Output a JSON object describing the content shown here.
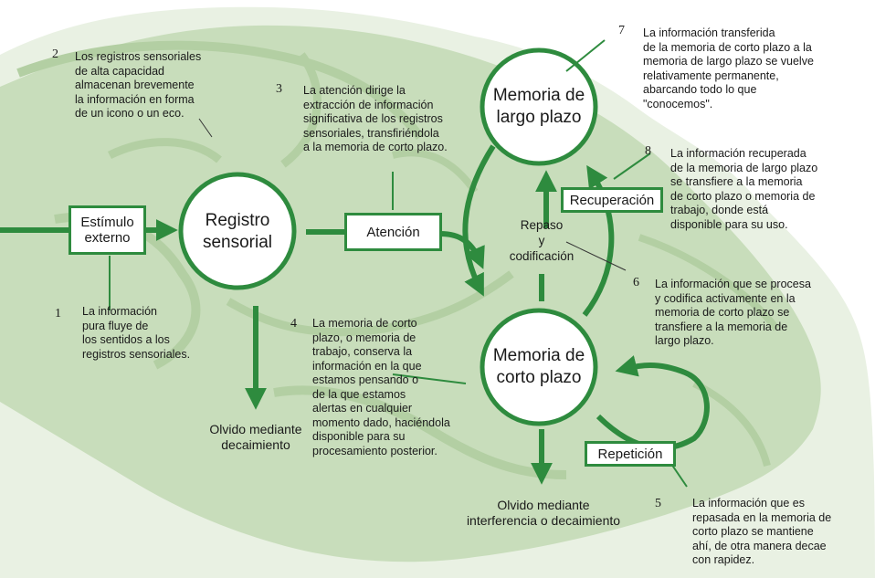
{
  "colors": {
    "accent": "#2e8b3e",
    "brain": "#cfe3c4",
    "brain_dark": "#b9d6ab"
  },
  "nodes": {
    "sensory_register": "Registro\nsensorial",
    "long_term": "Memoria de\nlargo plazo",
    "short_term": "Memoria de\ncorto plazo",
    "external_stimulus": "Estímulo\nexterno",
    "attention": "Atención",
    "retrieval": "Recuperación",
    "rehearsal": "Repetición",
    "encoding": "Repaso\ny\ncodificación"
  },
  "outcomes": {
    "decay": "Olvido mediante\ndecaimiento",
    "interference": "Olvido mediante\ninterferencia o decaimiento"
  },
  "notes": [
    {
      "num": "1",
      "text": "La información\npura fluye de\nlos sentidos a los\nregistros sensoriales."
    },
    {
      "num": "2",
      "text": "Los registros sensoriales\nde alta capacidad\nalmacenan brevemente\nla información en forma\nde un icono o un eco."
    },
    {
      "num": "3",
      "text": "La atención dirige la\nextracción de información\nsignificativa de los registros\nsensoriales, transfiriéndola\na la memoria de corto plazo."
    },
    {
      "num": "4",
      "text": "La memoria de corto\nplazo, o memoria de\ntrabajo, conserva la\ninformación en la que\nestamos pensando o\nde la que estamos\nalertas en cualquier\nmomento dado, haciéndola\ndisponible para su\nprocesamiento posterior."
    },
    {
      "num": "5",
      "text": "La información que es\nrepasada en la memoria de\ncorto plazo se mantiene\nahí, de otra manera decae\ncon rapidez."
    },
    {
      "num": "6",
      "text": "La información que se procesa\ny codifica activamente en la\nmemoria de corto plazo se\ntransfiere a la memoria de\nlargo plazo."
    },
    {
      "num": "7",
      "text": "La información transferida\nde la memoria de corto plazo a la\nmemoria de largo plazo se vuelve\nrelativamente permanente,\nabarcando todo lo que\n\"conocemos\"."
    },
    {
      "num": "8",
      "text": "La información recuperada\nde la memoria de largo plazo\nse transfiere a la memoria\nde corto plazo o memoria de\ntrabajo, donde está\ndisponible para su uso."
    }
  ]
}
